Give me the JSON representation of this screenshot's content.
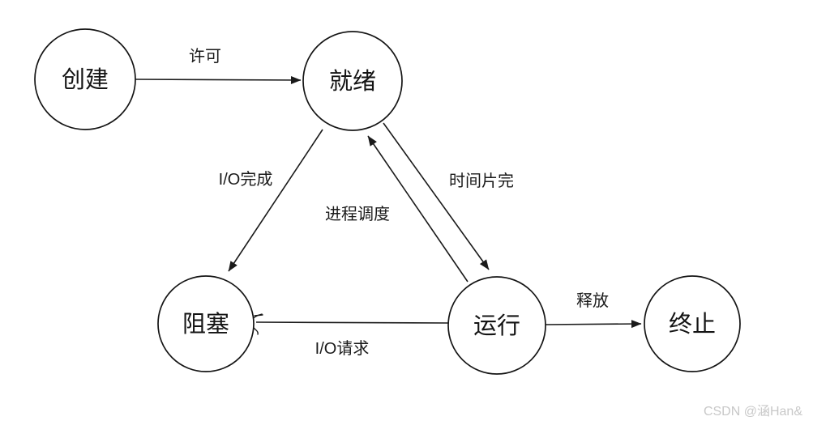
{
  "diagram": {
    "type": "state-transition-diagram",
    "subject": "process-states",
    "colors": {
      "background": "#ffffff",
      "stroke": "#1a1a1a",
      "text": "#141414",
      "watermark": "#c8c8c8"
    },
    "nodes": [
      {
        "id": "create",
        "label": "创建"
      },
      {
        "id": "ready",
        "label": "就绪"
      },
      {
        "id": "blocked",
        "label": "阻塞"
      },
      {
        "id": "running",
        "label": "运行"
      },
      {
        "id": "terminated",
        "label": "终止"
      }
    ],
    "edges": [
      {
        "from": "创建",
        "to": "就绪",
        "label": "许可"
      },
      {
        "from": "就绪",
        "to": "阻塞",
        "label": "I/O完成"
      },
      {
        "from": "运行",
        "to": "就绪",
        "label": "时间片完"
      },
      {
        "from": "就绪",
        "to": "运行",
        "label": "进程调度"
      },
      {
        "from": "运行",
        "to": "阻塞",
        "label": "I/O请求",
        "arrowhead_style": "hand-drawn"
      },
      {
        "from": "运行",
        "to": "终止",
        "label": "释放"
      }
    ]
  },
  "watermark": {
    "text": "CSDN @涵Han&"
  }
}
